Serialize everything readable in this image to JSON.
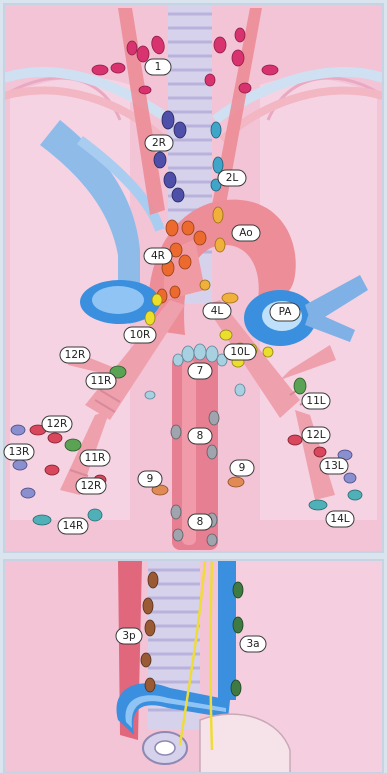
{
  "colors": {
    "background": "#f3c3d6",
    "frame": "#d9e4ef",
    "artery": "#ec8d97",
    "vein": "#7fb0e6",
    "trachea": "#d6d2ec",
    "node_1": "#d8336f",
    "node_2": "#4e4fa8",
    "node_2L": "#3fa6c9",
    "node_4R": "#ec6a2d",
    "node_5": "#f0b13c",
    "node_10": "#ecdf2c",
    "node_11": "#5aa355",
    "node_12": "#d8475c",
    "node_13": "#8a8fd0",
    "node_14": "#4fb0b8",
    "node_7": "#a7d0e1",
    "node_8": "#a0a4ad",
    "node_9": "#e08a55",
    "node_3p": "#9a5a33",
    "node_3a": "#3f7a43",
    "nerve": "#eedc3a"
  },
  "labels": {
    "s1": "1",
    "s2R": "2R",
    "s2L": "2L",
    "ao": "Ao",
    "s4R": "4R",
    "s4L": "4L",
    "pa": "PA",
    "s10R": "10R",
    "s10L": "10L",
    "s12R_a": "12R",
    "s11R_a": "11R",
    "s7": "7",
    "s11L": "11L",
    "s12R_b": "12R",
    "s8_a": "8",
    "s12L": "12L",
    "s13R": "13R",
    "s11R_b": "11R",
    "s9_r": "9",
    "s9_l": "9",
    "s13L": "13L",
    "s12R_c": "12R",
    "s8_b": "8",
    "s14R": "14R",
    "s14L": "14L",
    "s3p": "3p",
    "s3a": "3a"
  }
}
